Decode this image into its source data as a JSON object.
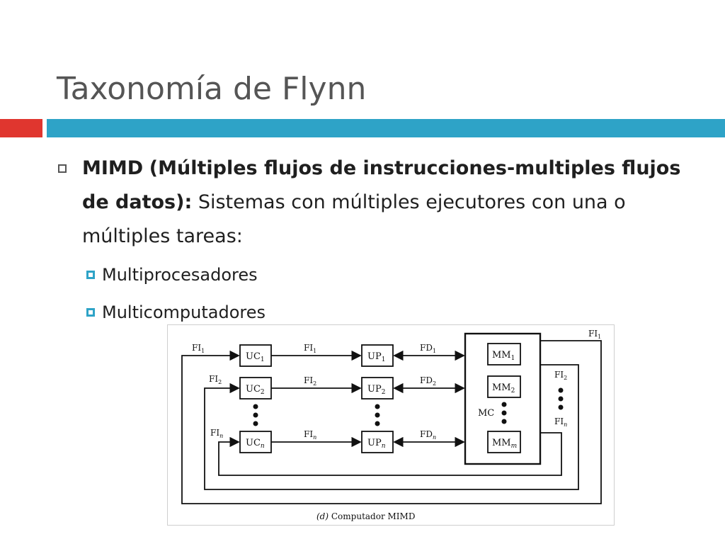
{
  "slide": {
    "title": "Taxonomía de Flynn",
    "bullet": {
      "bold_term": "MIMD",
      "bold_expansion": "(Múltiples flujos de instrucciones-multiples flujos de datos)",
      "colon": ":",
      "text": " Sistemas con múltiples ejecutores con una o múltiples tareas:"
    },
    "subitems": [
      "Multiprocesadores",
      "Multicomputadores"
    ]
  },
  "figure": {
    "caption_letter": "(d)",
    "caption_text": "Computador MIMD",
    "uc": [
      "UC",
      "UC",
      "UC"
    ],
    "uc_subs": [
      "1",
      "2",
      "n"
    ],
    "up": [
      "UP",
      "UP",
      "UP"
    ],
    "mm": [
      "MM",
      "MM",
      "MM"
    ],
    "mm_subs": [
      "1",
      "2",
      "m"
    ],
    "mc": "MC",
    "fi": "FI",
    "fd": "FD"
  },
  "colors": {
    "accent_red": "#e0362f",
    "accent_blue": "#2ea3c7",
    "title": "#555555"
  }
}
